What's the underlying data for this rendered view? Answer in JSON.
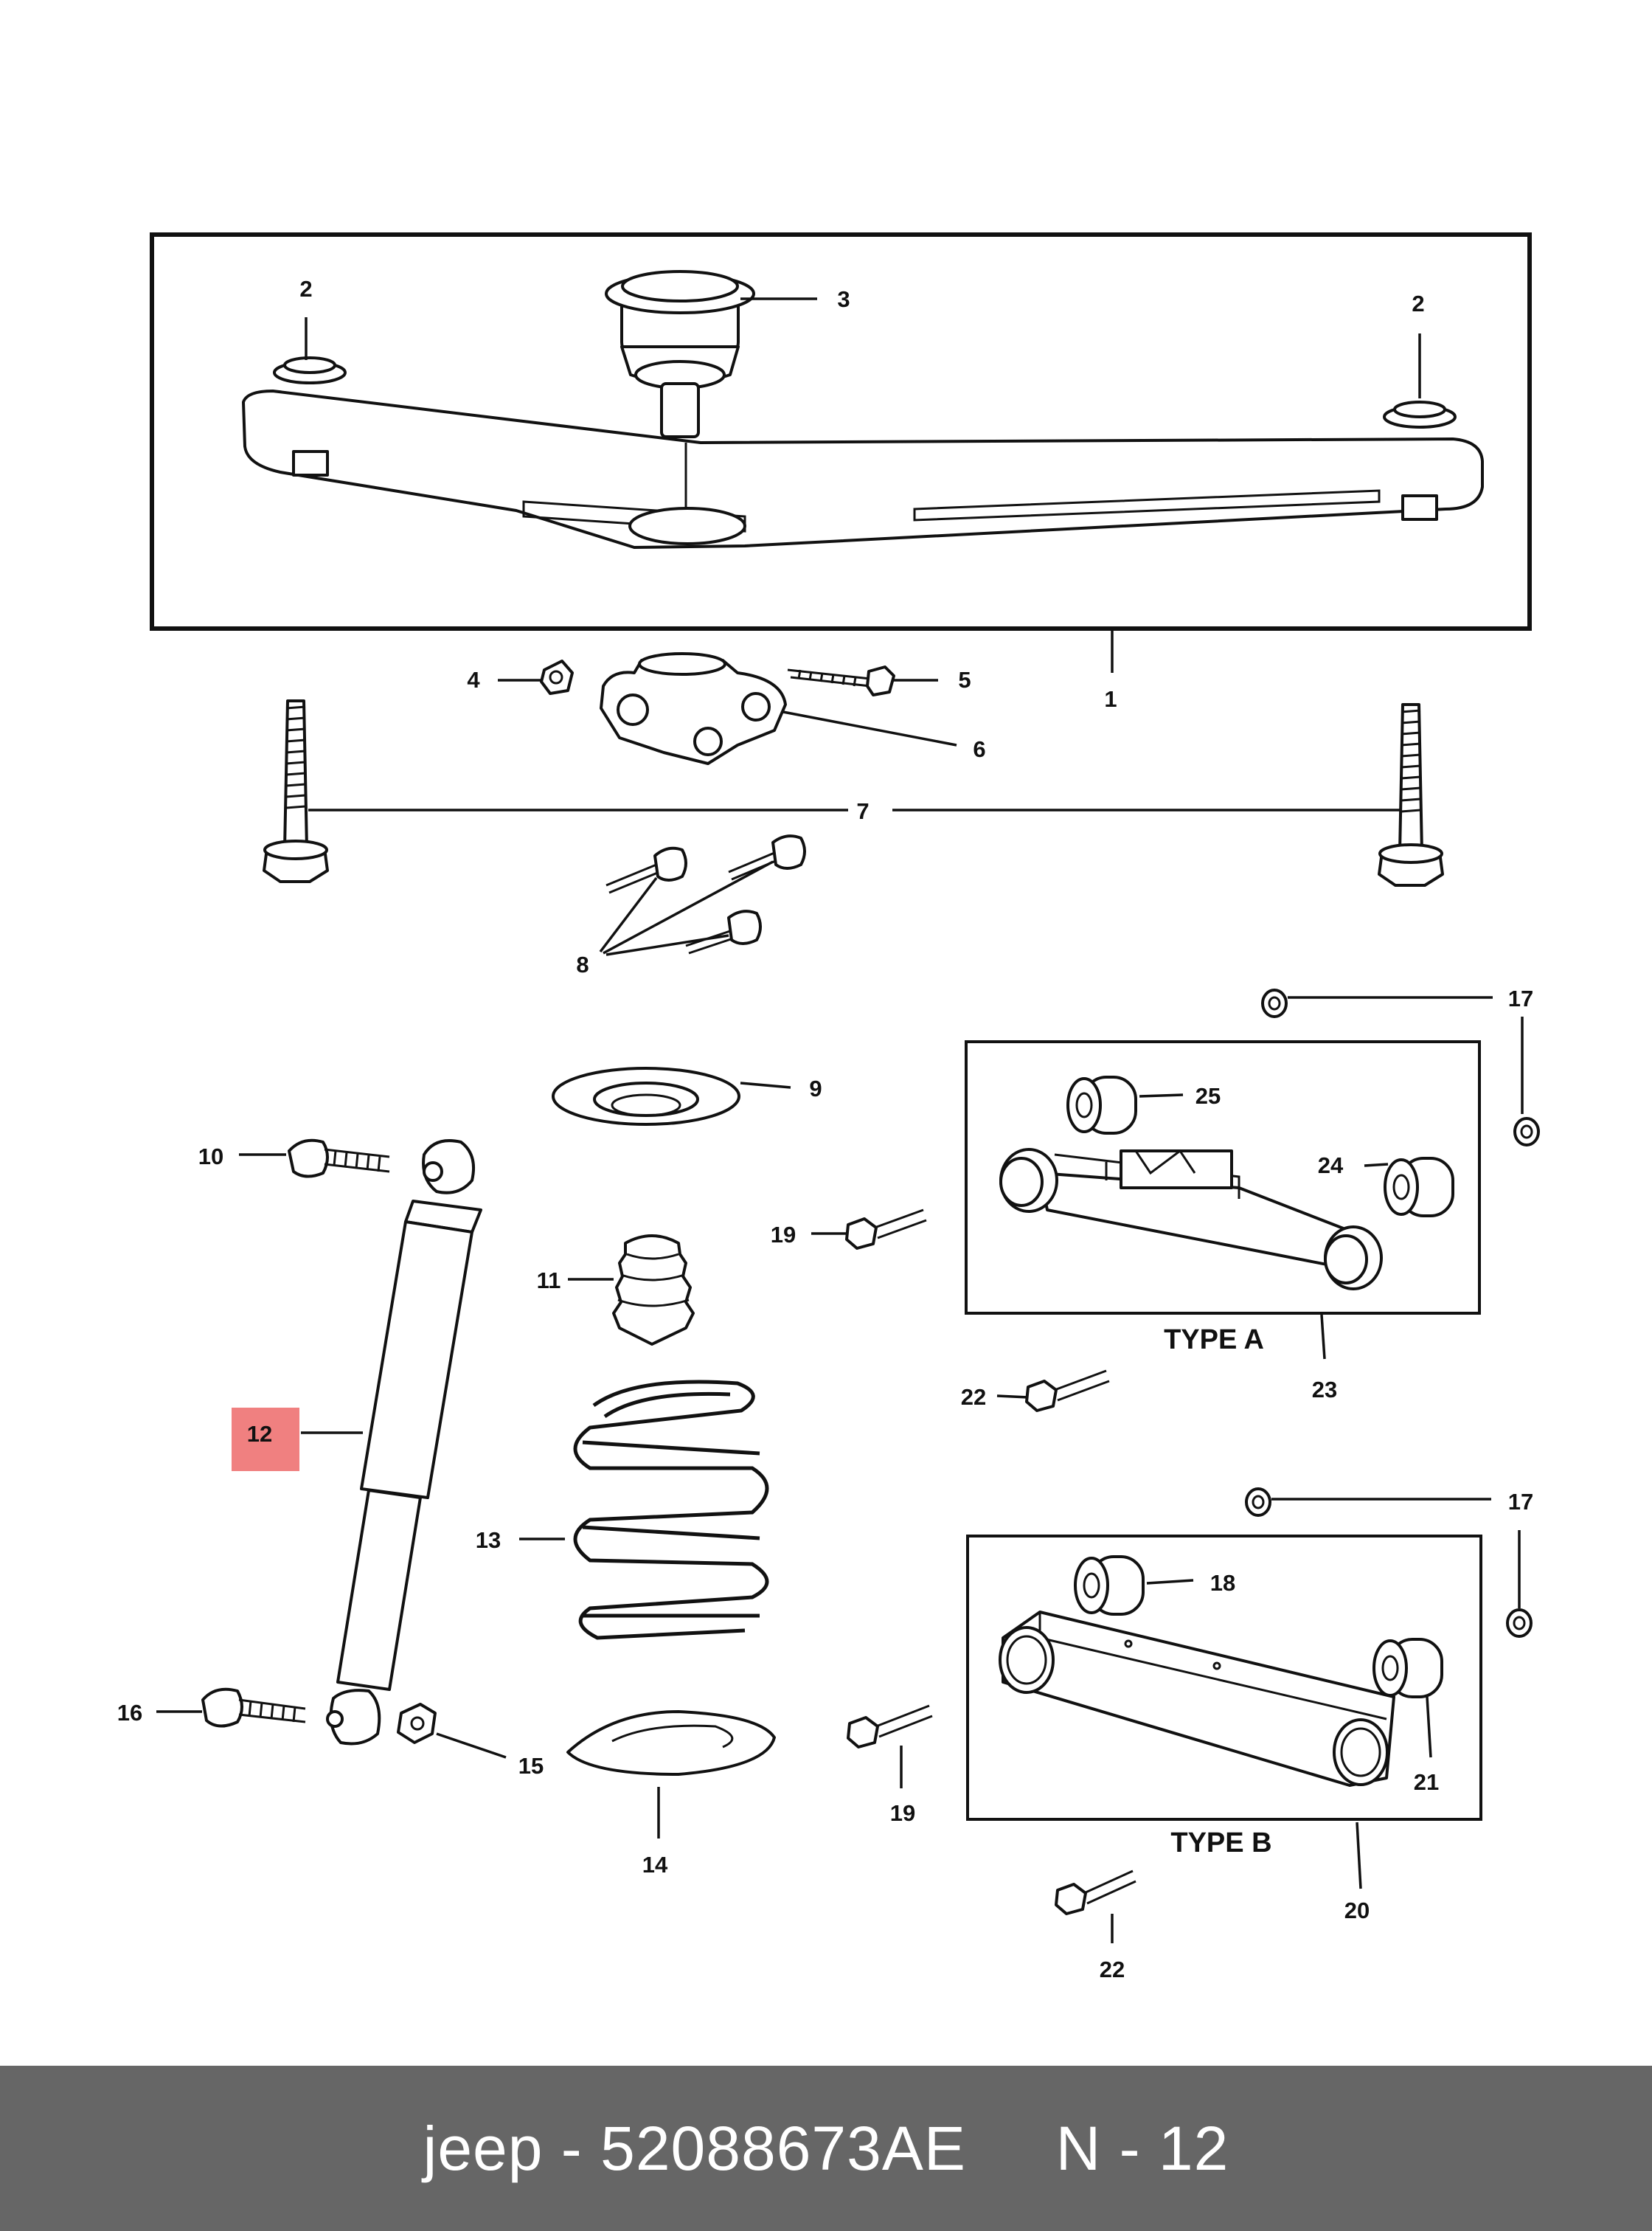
{
  "diagram": {
    "callouts": {
      "c1": "1",
      "c2a": "2",
      "c2b": "2",
      "c3": "3",
      "c4": "4",
      "c5": "5",
      "c6": "6",
      "c7": "7",
      "c8": "8",
      "c9": "9",
      "c10": "10",
      "c11": "11",
      "c12": "12",
      "c13": "13",
      "c14": "14",
      "c15": "15",
      "c16": "16",
      "c17a": "17",
      "c17b": "17",
      "c18": "18",
      "c19a": "19",
      "c19b": "19",
      "c20": "20",
      "c21": "21",
      "c22a": "22",
      "c22b": "22",
      "c23": "23",
      "c24": "24",
      "c25": "25"
    },
    "type_a_label": "TYPE A",
    "type_b_label": "TYPE B",
    "highlight_callout": "12",
    "highlight_color": "#f08080"
  },
  "footer": {
    "text": "jeep - 52088673AE     N - 12",
    "background": "#666666",
    "text_color": "#ffffff"
  }
}
